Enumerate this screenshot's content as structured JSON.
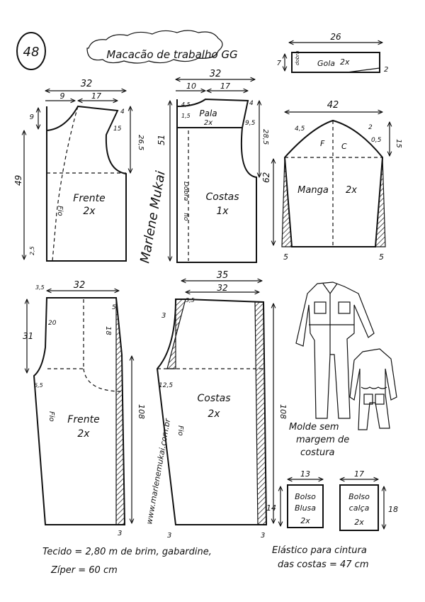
{
  "header": {
    "page_number": "48",
    "title": "Macacão de trabalho GG"
  },
  "collar": {
    "width": "26",
    "height": "7",
    "fold": "dobra",
    "name": "Gola",
    "qty": "2x",
    "end": "2"
  },
  "front_top": {
    "width": "32",
    "neck": "9",
    "shoulder": "17",
    "top": "9",
    "drop": "4",
    "armhole": "15",
    "armhole_depth": "26,5",
    "length": "49",
    "hem": "2,5",
    "grain": "Fio",
    "name": "Frente",
    "qty": "2x"
  },
  "back_top": {
    "width": "32",
    "neck": "10",
    "shoulder": "17",
    "d1": "4,5",
    "d2": "1,5",
    "drop": "4",
    "armhole": "9,5",
    "armhole_depth": "28,5",
    "length": "51",
    "yoke_name": "Pala",
    "yoke_qty": "2x",
    "fold": "Dobra",
    "grain": "fio",
    "name": "Costas",
    "qty": "1x"
  },
  "sleeve": {
    "width": "42",
    "a": "4,5",
    "b": "2",
    "c": "0,5",
    "cap": "15",
    "length": "62",
    "front": "F",
    "back": "C",
    "hem_l": "5",
    "hem_r": "5",
    "name": "Manga",
    "qty": "2x"
  },
  "signature": "Marlene Mukai",
  "front_pants": {
    "top": "3,5",
    "width": "32",
    "w5": "5",
    "rise": "31",
    "pocket": "20",
    "side": "18",
    "crotch": "6,5",
    "length": "108",
    "hem": "3",
    "grain": "Fio",
    "name": "Frente",
    "qty": "2x"
  },
  "back_pants": {
    "top_width": "35",
    "width": "32",
    "d": "3,5",
    "rise": "3",
    "crotch": "12,5",
    "length": "108",
    "hem_l": "3",
    "hem_r": "3",
    "grain": "Fio",
    "name": "Costas",
    "qty": "2x"
  },
  "url": "www.marlenemukai.com.br",
  "note": [
    "Molde sem",
    "margem de",
    "costura"
  ],
  "pocket_shirt": {
    "width": "13",
    "height": "14",
    "line1": "Bolso",
    "line2": "Blusa",
    "qty": "2x"
  },
  "pocket_pants": {
    "width": "17",
    "height": "18",
    "line1": "Bolso",
    "line2": "calça",
    "qty": "2x"
  },
  "footer": {
    "fabric": "Tecido = 2,80 m de brim, gabardine,",
    "zipper": "Zíper = 60 cm",
    "elastic1": "Elástico para cintura",
    "elastic2": "das costas = 47 cm"
  }
}
